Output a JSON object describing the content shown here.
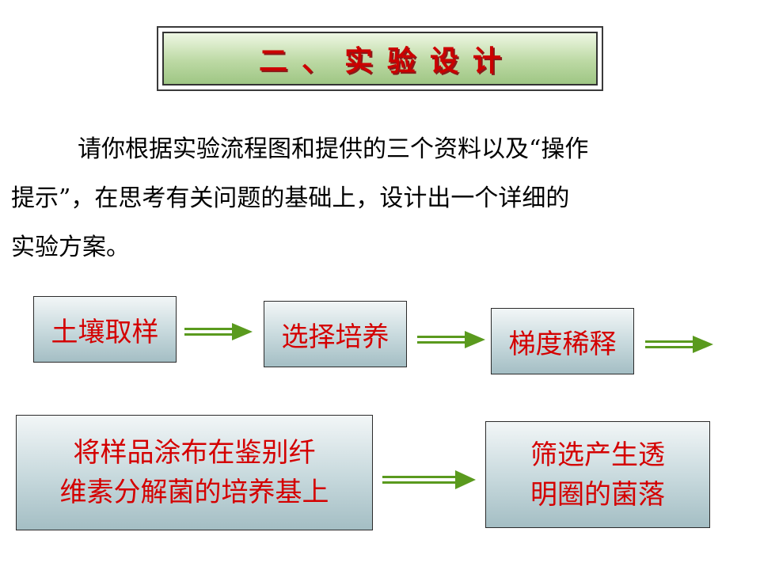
{
  "title": "二、实验设计",
  "intro": {
    "lines": [
      "请你根据实验流程图和提供的三个资料以及“操作",
      "提示”，在思考有关问题的基础上，设计出一个详细的",
      "实验方案。"
    ]
  },
  "flow": {
    "steps": [
      {
        "label": "土壤取样"
      },
      {
        "label": "选择培养"
      },
      {
        "label": "梯度稀释"
      },
      {
        "lines": [
          "将样品涂布在鉴别纤",
          "维素分解菌的培养基上"
        ]
      },
      {
        "lines": [
          "筛选产生透",
          "明圈的菌落"
        ]
      }
    ]
  },
  "colors": {
    "step_text": "#d40000",
    "title_text": "#cc0000",
    "arrow": "#5a9a1e"
  }
}
